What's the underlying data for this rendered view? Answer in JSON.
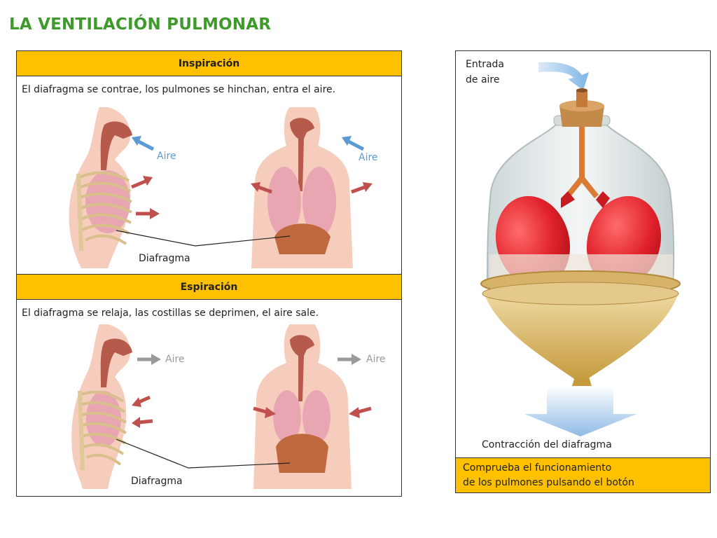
{
  "title": "LA VENTILACIÓN PULMONAR",
  "inspiracion": {
    "header": "Inspiración",
    "description": "El diafragma se contrae, los pulmones se hinchan, entra el aire.",
    "aire_left": "Aire",
    "aire_right": "Aire",
    "diafragma_label": "Diafragma"
  },
  "espiracion": {
    "header": "Espiración",
    "description": "El diafragma se relaja, las costillas se deprimen, el aire sale.",
    "aire_left": "Aire",
    "aire_right": "Aire",
    "diafragma_label": "Diafragma"
  },
  "model": {
    "entrada_line1": "Entrada",
    "entrada_line2": "de aire",
    "contraccion_label": "Contracción del diafragma",
    "button_line1": "Comprueba el funcionamiento",
    "button_line2": "de los pulmones pulsando el botón"
  },
  "colors": {
    "title": "#3f9a2c",
    "header_bg": "#ffc000",
    "aire_in": "#5b9bd5",
    "aire_out": "#9a9a9a",
    "arrow_red": "#c0504d",
    "skin": "#f6cdbd",
    "lung": "#e8a6b3",
    "diaphragm": "#c0683e",
    "balloon": "#e0202a"
  }
}
